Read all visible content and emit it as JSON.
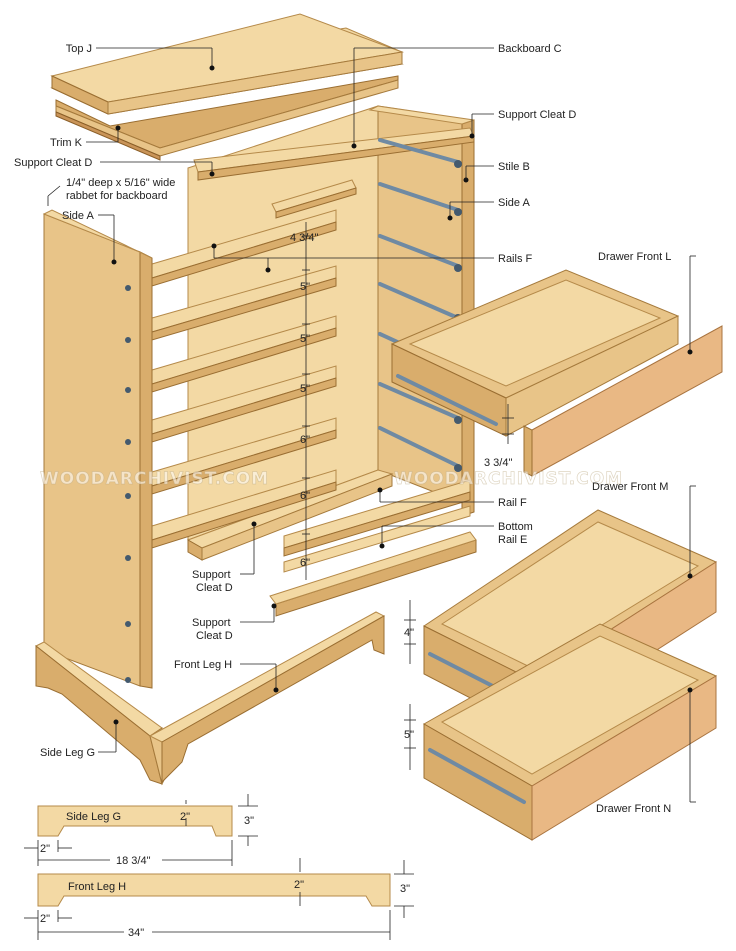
{
  "labels": {
    "top_j": "Top J",
    "backboard_c": "Backboard C",
    "trim_k": "Trim K",
    "support_cleat_d_right": "Support Cleat D",
    "support_cleat_d_left": "Support Cleat D",
    "stile_b": "Stile B",
    "rabbet_line1": "1/4\" deep x 5/16\" wide",
    "rabbet_line2": "rabbet for backboard",
    "side_a_left": "Side A",
    "side_a_right": "Side A",
    "rails_f": "Rails F",
    "drawer_front_l": "Drawer Front L",
    "drawer_front_m": "Drawer Front M",
    "drawer_front_n": "Drawer Front N",
    "rail_f": "Rail F",
    "bottom_rail_e_line1": "Bottom",
    "bottom_rail_e_line2": "Rail E",
    "support_cleat_d_mid_line1": "Support",
    "support_cleat_d_mid_line2": "Cleat D",
    "support_cleat_d_low_line1": "Support",
    "support_cleat_d_low_line2": "Cleat D",
    "front_leg_h": "Front Leg H",
    "side_leg_g": "Side Leg G"
  },
  "dimensions": {
    "rail_gap_1": "4 3/4\"",
    "rail_gap_2": "5\"",
    "rail_gap_3": "5\"",
    "rail_gap_4": "5\"",
    "rail_gap_5": "6\"",
    "rail_gap_6": "6\"",
    "rail_gap_7": "6\"",
    "drawer_l_height": "3 3/4\"",
    "drawer_m_height": "4\"",
    "drawer_n_height": "5\""
  },
  "detail_side_leg": {
    "name": "Side Leg G",
    "cutout": "2\"",
    "height": "3\"",
    "end": "2\"",
    "length": "18 3/4\""
  },
  "detail_front_leg": {
    "name": "Front Leg H",
    "cutout": "2\"",
    "height": "3\"",
    "end": "2\"",
    "length": "34\""
  },
  "watermark": "WOODARCHIVIST.COM",
  "colors": {
    "wood_light": "#f3d9a4",
    "wood_mid": "#e8c488",
    "wood_dark": "#d9ad6c",
    "drawer_face": "#e9b884",
    "slide_steel": "#7a8fa3",
    "ink": "#222222"
  }
}
